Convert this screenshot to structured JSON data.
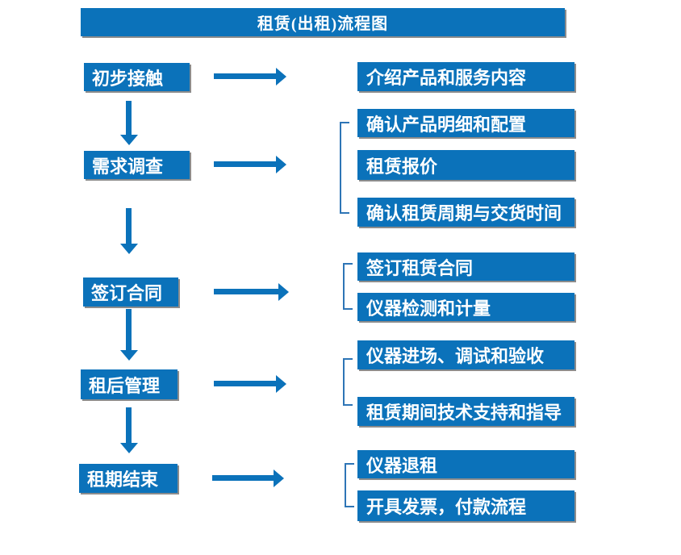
{
  "title": "租赁(出租)流程图",
  "colors": {
    "primary": "#0B72BA",
    "bracket": "#2E75B6",
    "boxtext": "#FFFFFF"
  },
  "steps": [
    {
      "label": "初步接触",
      "details": [
        "介绍产品和服务内容"
      ]
    },
    {
      "label": "需求调查",
      "details": [
        "确认产品明细和配置",
        "租赁报价",
        "确认租赁周期与交货时间"
      ]
    },
    {
      "label": "签订合同",
      "details": [
        "签订租赁合同",
        "仪器检测和计量"
      ]
    },
    {
      "label": "租后管理",
      "details": [
        "仪器进场、调试和验收",
        "租赁期间技术支持和指导"
      ]
    },
    {
      "label": "租期结束",
      "details": [
        "仪器退租",
        "开具发票，付款流程"
      ]
    }
  ]
}
